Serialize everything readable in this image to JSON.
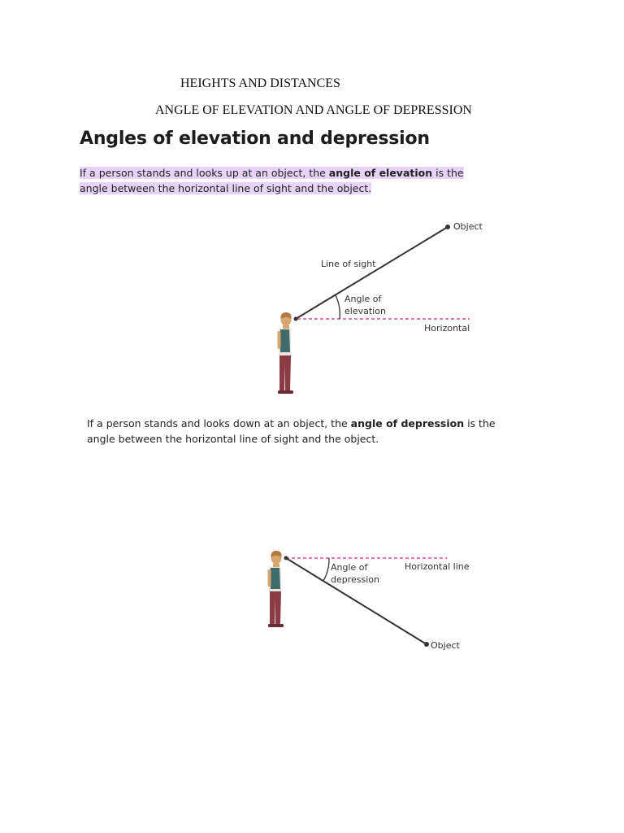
{
  "document": {
    "title": "HEIGHTS AND DISTANCES",
    "subtitle": "ANGLE OF ELEVATION AND ANGLE OF DEPRESSION"
  },
  "section": {
    "heading": "Angles of elevation and depression"
  },
  "elevation": {
    "text_prefix": "If a person stands and looks up at an object, the ",
    "term": "angle of elevation",
    "text_suffix": " is the",
    "text_line2": "angle between the horizontal line of sight and the object.",
    "highlight_color": "#e6d3f7",
    "diagram": {
      "object_label": "Object",
      "line_of_sight_label": "Line of sight",
      "angle_label_line1": "Angle of",
      "angle_label_line2": "elevation",
      "horizontal_label": "Horizontal"
    }
  },
  "depression": {
    "text_prefix": "If a person stands and looks down at an object, the ",
    "term": "angle of depression",
    "text_suffix": " is the",
    "text_line2": "angle between the horizontal line of sight and the object.",
    "diagram": {
      "angle_label_line1": "Angle of",
      "angle_label_line2": "depression",
      "horizontal_label": "Horizontal line",
      "object_label": "Object"
    }
  },
  "colors": {
    "dashed_line": "#e0489a",
    "sight_line": "#333333",
    "skin": "#d9a56f",
    "hair": "#b07a43",
    "vest": "#3f6b6a",
    "shirt": "#e9e4dc",
    "trousers": "#8a3b45"
  }
}
